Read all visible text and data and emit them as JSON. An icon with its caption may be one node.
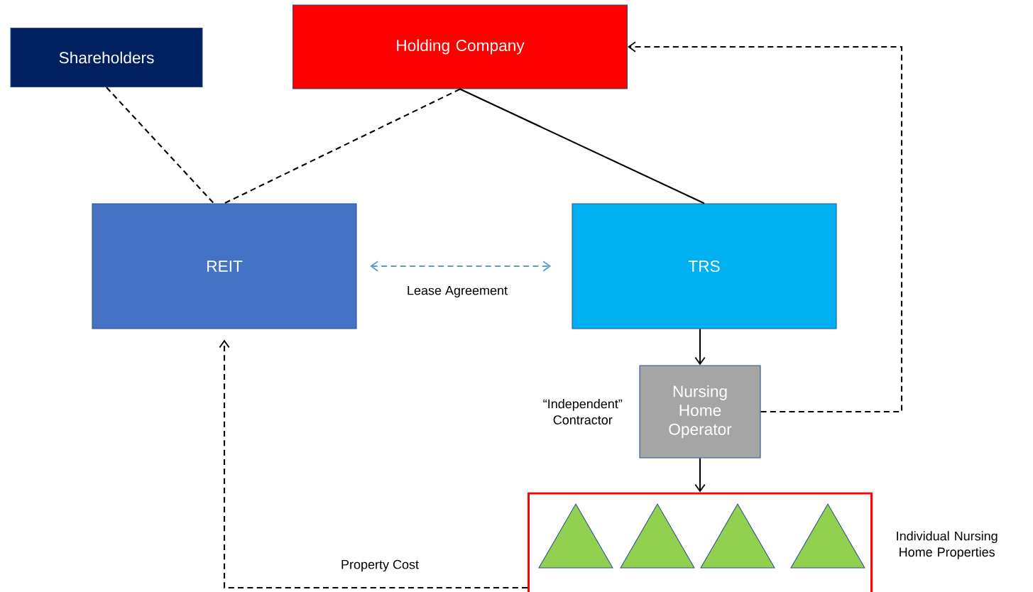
{
  "diagram": {
    "nodes": [
      {
        "text": [
          "Shareholders"
        ]
      },
      {
        "text": [
          "Holding Company"
        ]
      },
      {
        "text": [
          "REIT"
        ]
      },
      {
        "text": [
          "TRS"
        ]
      },
      {
        "text": [
          "Nursing Home Operator"
        ],
        "beside": [
          "“Independent” Contractor"
        ]
      },
      {
        "text": [
          "Individual Nursing Home Properties"
        ]
      },
      {
        "text": [],
        "shape": "triangle",
        "in": 5
      },
      {
        "text": [],
        "shape": "triangle",
        "in": 5
      },
      {
        "text": [],
        "shape": "triangle",
        "in": 5
      },
      {
        "text": [],
        "shape": "triangle",
        "in": 5
      }
    ],
    "edges": [
      {
        "from": 0,
        "to": 2,
        "arrow": "none",
        "style": "dashed"
      },
      {
        "from": 1,
        "to": 2,
        "arrow": "none",
        "style": "dashed"
      },
      {
        "from": 1,
        "to": 3,
        "arrow": "none"
      },
      {
        "from": 2,
        "to": 3,
        "arrow": "both",
        "style": "dashed",
        "color": "#5b9bd5",
        "label": "Lease Agreement"
      },
      {
        "from": 3,
        "to": 4,
        "arrow": "to"
      },
      {
        "from": 4,
        "to": 5,
        "arrow": "to"
      },
      {
        "from": 4,
        "to": 1,
        "arrow": "to",
        "style": "dashed"
      },
      {
        "from": 5,
        "to": 2,
        "arrow": "to",
        "style": "dashed",
        "label": "Property Cost"
      }
    ]
  }
}
